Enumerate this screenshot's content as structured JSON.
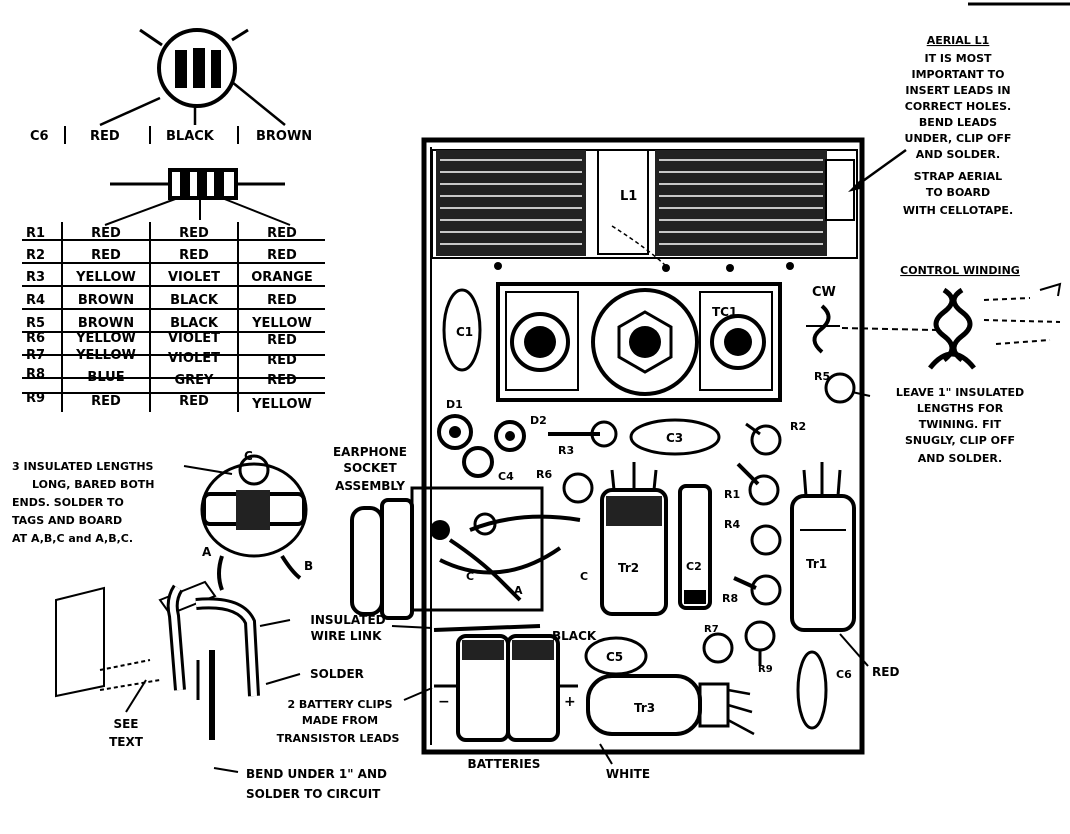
{
  "transistor_pinout": {
    "ref": "C6",
    "leads": [
      "RED",
      "BLACK",
      "BROWN"
    ]
  },
  "resistor_table": {
    "rows": [
      [
        "R1",
        "RED",
        "RED",
        "RED"
      ],
      [
        "R2",
        "RED",
        "RED",
        "RED"
      ],
      [
        "R3",
        "YELLOW",
        "VIOLET",
        "ORANGE"
      ],
      [
        "R4",
        "BROWN",
        "BLACK",
        "RED"
      ],
      [
        "R5",
        "BROWN",
        "BLACK",
        "YELLOW"
      ],
      [
        "R6",
        "YELLOW",
        "VIOLET",
        "RED"
      ],
      [
        "R7",
        "YELLOW",
        "VIOLET",
        "RED"
      ],
      [
        "R8",
        "BLUE",
        "GREY",
        "RED"
      ],
      [
        "R9",
        "RED",
        "RED",
        "YELLOW"
      ]
    ]
  },
  "notes": {
    "aerial_title": "AERIAL L1",
    "aerial_lines": [
      "IT IS MOST",
      "IMPORTANT TO",
      "INSERT LEADS IN",
      "CORRECT HOLES.",
      "BEND LEADS",
      "UNDER, CLIP OFF",
      "AND SOLDER.",
      "STRAP AERIAL",
      "TO BOARD",
      "WITH CELLOTAPE."
    ],
    "control_title": "CONTROL WINDING",
    "control_lines": [
      "LEAVE 1\" INSULATED",
      "LENGTHS FOR",
      "TWINING. FIT",
      "SNUGLY, CLIP OFF",
      "AND SOLDER."
    ],
    "insulated_lines": [
      "3 INSULATED LENGTHS",
      "LONG, BARED BOTH",
      "ENDS. SOLDER TO",
      "TAGS AND BOARD",
      "AT A,B,C and A,B,C."
    ],
    "earphone_lines": [
      "EARPHONE",
      "SOCKET",
      "ASSEMBLY"
    ],
    "wire_link_lines": [
      "INSULATED",
      "WIRE LINK"
    ],
    "solder": "SOLDER",
    "battery_clips_lines": [
      "2 BATTERY CLIPS",
      "MADE FROM",
      "TRANSISTOR LEADS"
    ],
    "bend_under_lines": [
      "BEND UNDER 1\" AND",
      "SOLDER TO CIRCUIT"
    ],
    "see_text_lines": [
      "SEE",
      "TEXT"
    ],
    "batteries": "BATTERIES",
    "white": "WHITE",
    "black": "BLACK",
    "red": "RED"
  },
  "components": {
    "L1": "L1",
    "TC1": "TC1",
    "CW": "CW",
    "C1": "C1",
    "C2": "C2",
    "C3": "C3",
    "C4": "C4",
    "C5": "C5",
    "C6": "C6",
    "D1": "D1",
    "D2": "D2",
    "R1": "R1",
    "R2": "R2",
    "R3": "R3",
    "R4": "R4",
    "R5": "R5",
    "R6": "R6",
    "R7": "R7",
    "R8": "R8",
    "R9": "R9",
    "Tr1": "Tr1",
    "Tr2": "Tr2",
    "Tr3": "Tr3"
  }
}
